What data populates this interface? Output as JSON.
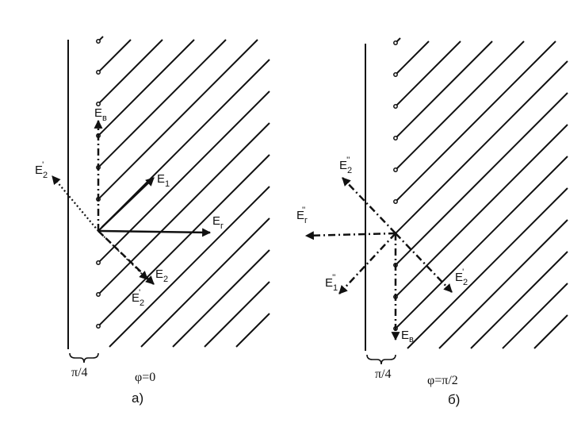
{
  "panel_a": {
    "labels": {
      "E_v": {
        "main": "E",
        "sub": "в"
      },
      "E_1": {
        "main": "E",
        "sub": "1"
      },
      "E_g": {
        "main": "E",
        "sub": "г"
      },
      "E_2": {
        "main": "E",
        "sub": "2"
      },
      "E_2_prime_lower": {
        "main": "E",
        "sub": "2",
        "mark": "'"
      },
      "E_2_prime_upper": {
        "main": "E",
        "sub": "2",
        "mark": "'"
      }
    },
    "offset_label": "π/4",
    "phase_label": "φ=0",
    "caption": "а)"
  },
  "panel_b": {
    "labels": {
      "E_2_dprime": {
        "main": "E",
        "sub": "2",
        "mark": "''"
      },
      "E_g_dprime": {
        "main": "E",
        "sub": "г",
        "mark": "''"
      },
      "E_1_dprime": {
        "main": "E",
        "sub": "1",
        "mark": "''"
      },
      "E_2_prime": {
        "main": "E",
        "sub": "2",
        "mark": "'"
      },
      "E_v": {
        "main": "E",
        "sub": "в"
      }
    },
    "offset_label": "π/4",
    "phase_label": "φ=π/2",
    "caption": "б)"
  },
  "colors": {
    "ink": "#111111",
    "background": "#ffffff"
  }
}
